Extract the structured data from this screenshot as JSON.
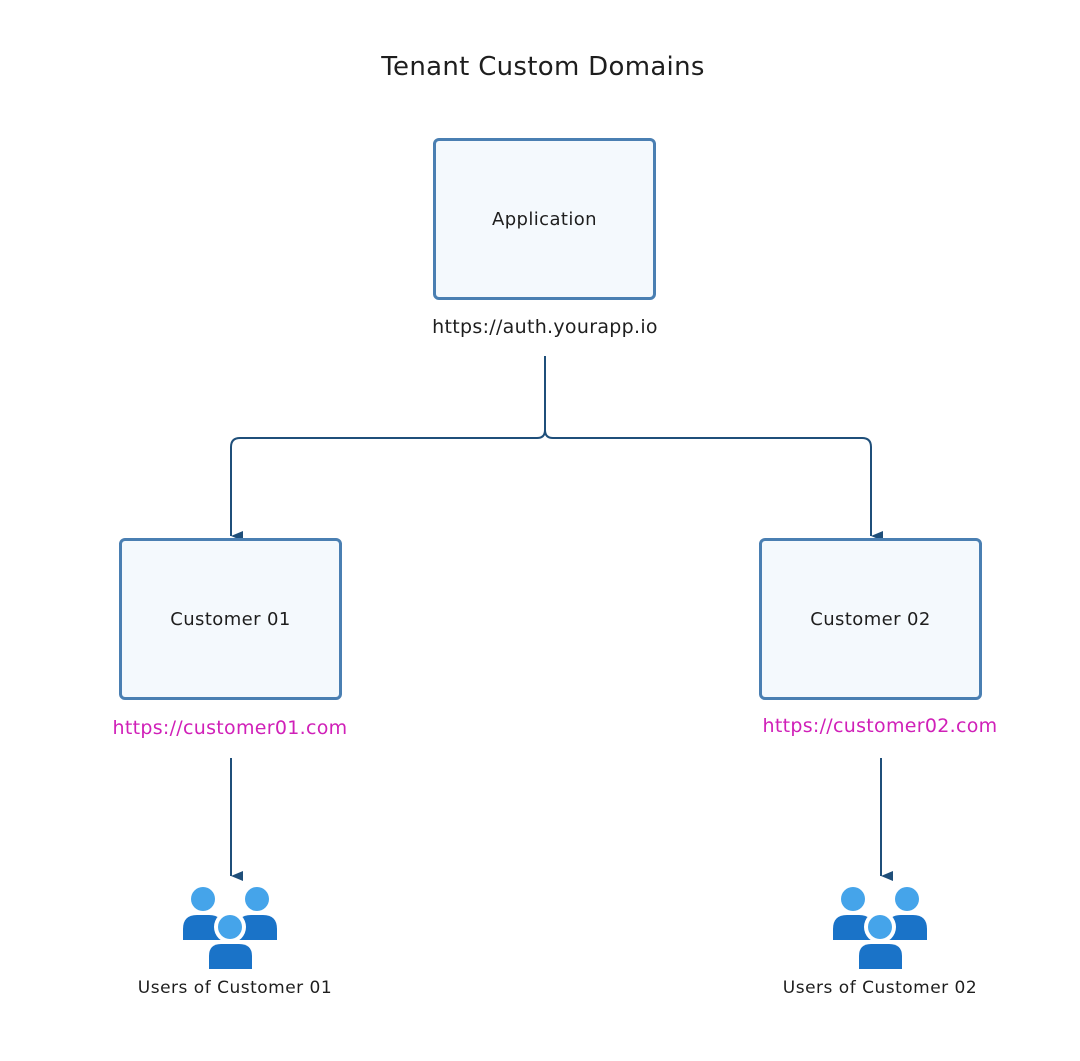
{
  "diagram": {
    "title": "Tenant Custom Domains",
    "application": {
      "label": "Application",
      "url": "https://auth.yourapp.io"
    },
    "customers": [
      {
        "label": "Customer 01",
        "url": "https://customer01.com",
        "users_label": "Users of Customer 01",
        "users_icon": "users-group-icon"
      },
      {
        "label": "Customer 02",
        "url": "https://customer02.com",
        "users_label": "Users of Customer 02",
        "users_icon": "users-group-icon"
      }
    ],
    "edges": [
      {
        "from": "Application",
        "to": "Customer 01"
      },
      {
        "from": "Application",
        "to": "Customer 02"
      },
      {
        "from": "Customer 01",
        "to": "Users of Customer 01"
      },
      {
        "from": "Customer 02",
        "to": "Users of Customer 02"
      }
    ],
    "colors": {
      "node_border": "#4a7fb2",
      "node_fill": "#f4f9fd",
      "edge": "#1f4f7a",
      "customer_url": "#d020b8",
      "icon_dark": "#1a73c8",
      "icon_light": "#45a4ea"
    }
  }
}
